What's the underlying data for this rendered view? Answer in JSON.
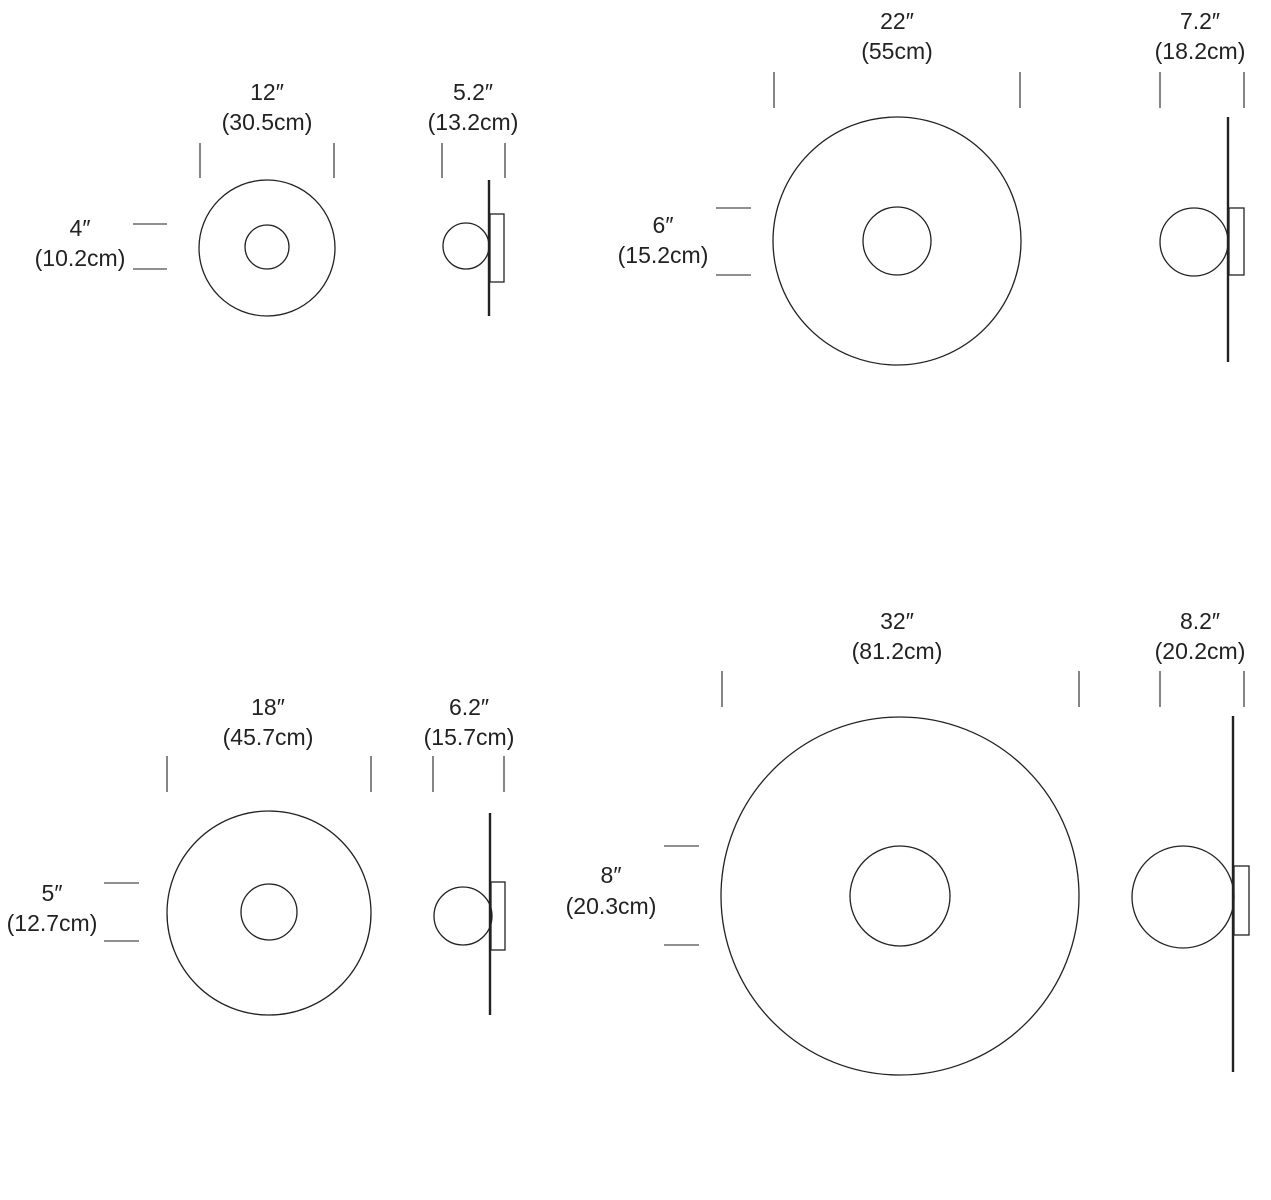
{
  "fixtures": [
    {
      "diameter": {
        "imperial": "12″",
        "metric": "(30.5cm)"
      },
      "depth": {
        "imperial": "5.2″",
        "metric": "(13.2cm)"
      },
      "globe": {
        "imperial": "4″",
        "metric": "(10.2cm)"
      }
    },
    {
      "diameter": {
        "imperial": "22″",
        "metric": "(55cm)"
      },
      "depth": {
        "imperial": "7.2″",
        "metric": "(18.2cm)"
      },
      "globe": {
        "imperial": "6″",
        "metric": "(15.2cm)"
      }
    },
    {
      "diameter": {
        "imperial": "18″",
        "metric": "(45.7cm)"
      },
      "depth": {
        "imperial": "6.2″",
        "metric": "(15.7cm)"
      },
      "globe": {
        "imperial": "5″",
        "metric": "(12.7cm)"
      }
    },
    {
      "diameter": {
        "imperial": "32″",
        "metric": "(81.2cm)"
      },
      "depth": {
        "imperial": "8.2″",
        "metric": "(20.2cm)"
      },
      "globe": {
        "imperial": "8″",
        "metric": "(20.3cm)"
      }
    }
  ],
  "colors": {
    "line": "#222222",
    "background": "#ffffff"
  }
}
